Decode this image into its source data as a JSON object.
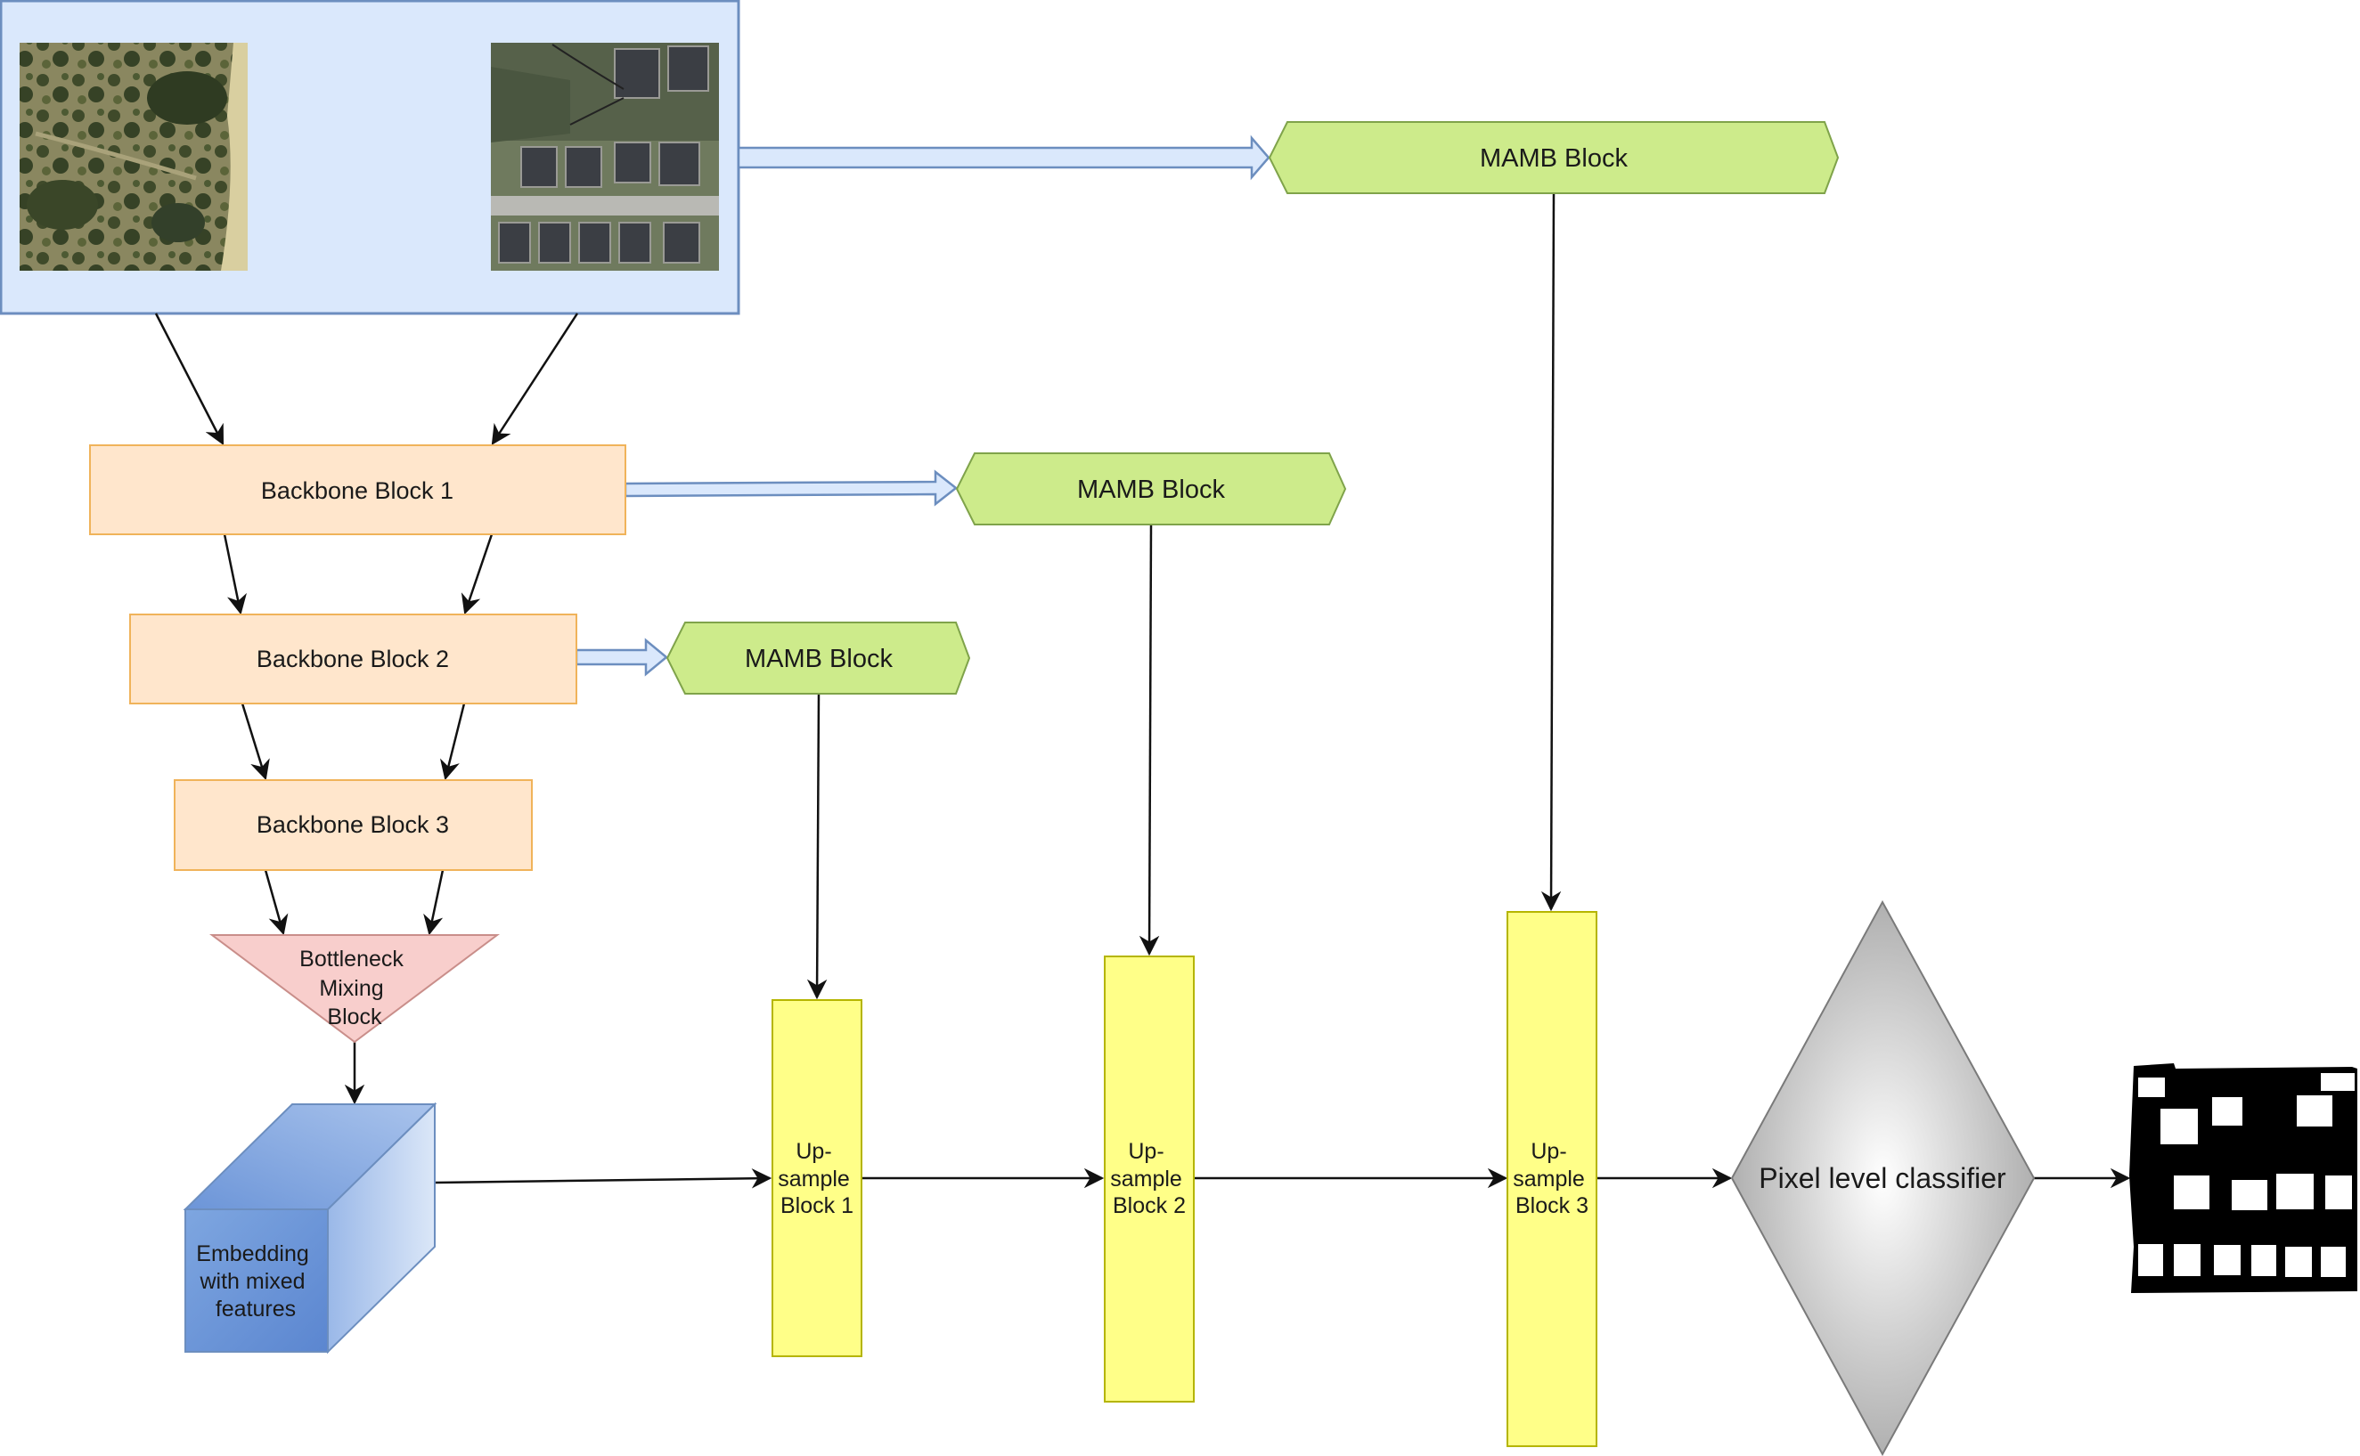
{
  "blocks": {
    "backbone1": "Backbone Block 1",
    "backbone2": "Backbone Block 2",
    "backbone3": "Backbone Block 3",
    "mamb_top": "MAMB Block",
    "mamb_mid": "MAMB Block",
    "mamb_low": "MAMB Block",
    "bottleneck": [
      "Bottleneck",
      "Mixing",
      "Block"
    ],
    "embedding": [
      "Embedding",
      "with mixed",
      "features"
    ],
    "upsample1": [
      "Up-",
      "sample",
      "Block 1"
    ],
    "upsample2": [
      "Up-",
      "sample",
      "Block 2"
    ],
    "upsample3": [
      "Up-",
      "sample",
      "Block 3"
    ],
    "classifier": "Pixel level classifier"
  },
  "colors": {
    "input_panel_fill": "#dae8fc",
    "input_panel_stroke": "#6c8ebf",
    "backbone_fill": "#ffe6cc",
    "backbone_stroke": "#f0b35a",
    "mamb_fill": "#cdeb8b",
    "mamb_stroke": "#7fa34a",
    "bottleneck_fill": "#f8cecc",
    "bottleneck_stroke": "#c98e8a",
    "upsample_fill": "#ffff88",
    "upsample_stroke": "#b5b500",
    "embedding_fill": "#7ea6e0",
    "classifier_fill": "#d0d0d0"
  },
  "images": {
    "input_left": "aerial-image-vegetation",
    "input_right": "aerial-image-houses",
    "output": "binary-segmentation-mask"
  }
}
